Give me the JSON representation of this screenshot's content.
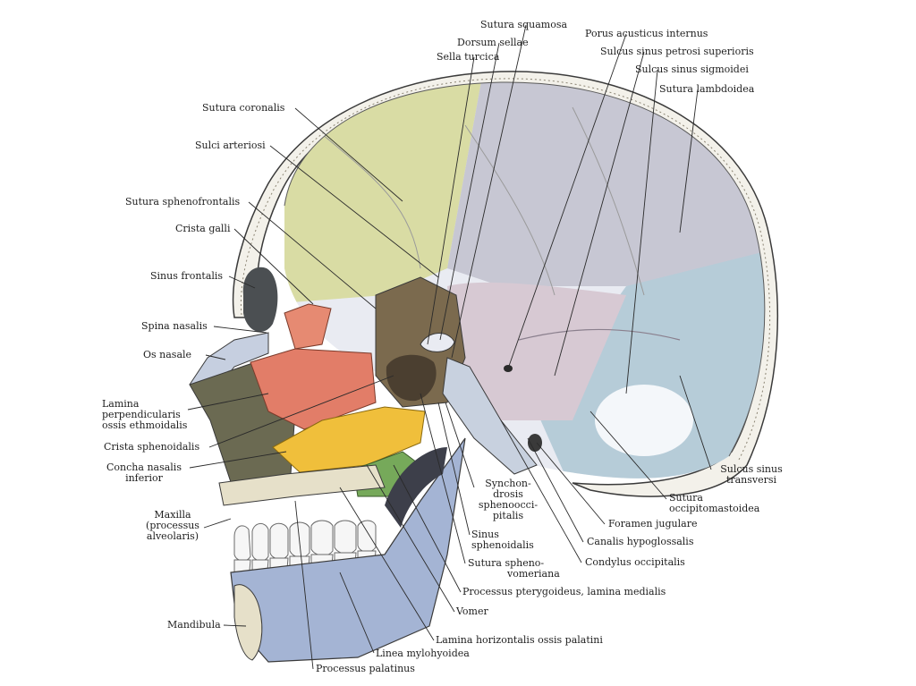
{
  "colors": {
    "background": "#ffffff",
    "leader_line": "#2a2a2a",
    "skull_outline": "#3a3a3a",
    "cranial_cavity": "#e9ebf2",
    "frontal_bone": "#d9dca4",
    "parietal_bone": "#c7c7d3",
    "occipital_bone": "#b6ccd8",
    "sphenoid_bone": "#7b6a4e",
    "ethmoid_bone": "#e27d68",
    "nasal_concha": "#f0bf3b",
    "palatine_bone": "#76a95a",
    "mandible": "#a4b4d4",
    "teeth": "#f6f6f6"
  },
  "labels": {
    "sutura_squamosa": "Sutura squamosa",
    "porus_acusticus_internus": "Porus acusticus internus",
    "dorsum_sellae": "Dorsum sellae",
    "sulcus_sinus_petrosi_superioris": "Sulcus sinus petrosi  superioris",
    "sella_turcica": "Sella turcica",
    "sulcus_sinus_sigmoidei": "Sulcus sinus sigmoidei",
    "sutura_lambdoidea": "Sutura lambdoidea",
    "sutura_coronalis": "Sutura coronalis",
    "sulci_arteriosi": "Sulci arteriosi",
    "sutura_sphenofrontalis": "Sutura sphenofrontalis",
    "crista_galli": "Crista galli",
    "sinus_frontalis": "Sinus frontalis",
    "spina_nasalis": "Spina nasalis",
    "os_nasale": "Os nasale",
    "lamina_perpendicularis": [
      "Lamina",
      "perpendicularis",
      "ossis ethmoidalis"
    ],
    "crista_sphenoidalis": "Crista sphenoidalis",
    "concha_nasalis_inferior": [
      "Concha nasalis",
      "inferior"
    ],
    "maxilla": [
      "Maxilla",
      "(processus",
      "alveolaris)"
    ],
    "mandibula": "Mandibula",
    "synchondrosis": [
      "Synchon-",
      "drosis",
      "sphenoocci-",
      "pitalis"
    ],
    "sinus_sphenoidalis": [
      "Sinus",
      "sphenoidalis"
    ],
    "sutura_sphenovomeriana": [
      "Sutura spheno-",
      "vomeriana"
    ],
    "processus_pterygoideus": "Processus pterygoideus, lamina medialis",
    "vomer": "Vomer",
    "lamina_horizontalis": "Lamina horizontalis ossis palatini",
    "linea_mylohyoidea": "Linea mylohyoidea",
    "processus_palatinus": "Processus palatinus",
    "sulcus_sinus_transversi": [
      "Sulcus sinus",
      "transversi"
    ],
    "sutura_occipitomastoidea": [
      "Sutura",
      "occipitomastoidea"
    ],
    "foramen_jugulare": "Foramen jugulare",
    "canalis_hypoglossalis": "Canalis hypoglossalis",
    "condylus_occipitalis": "Condylus occipitalis"
  }
}
